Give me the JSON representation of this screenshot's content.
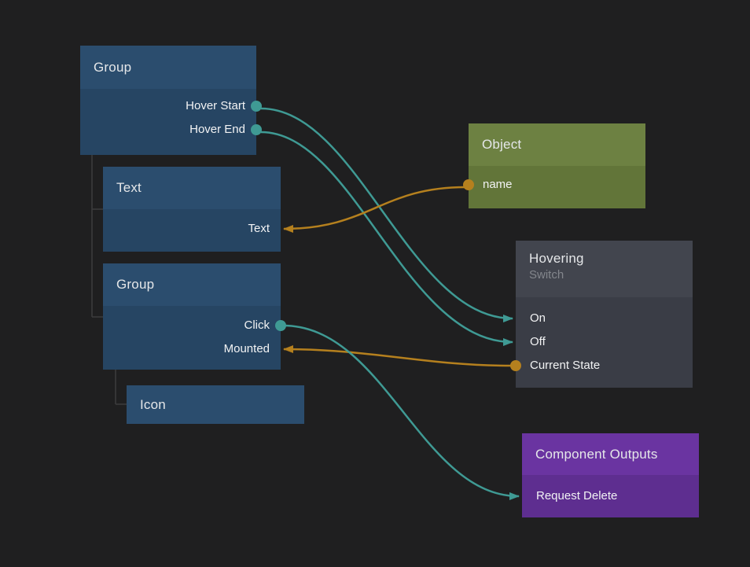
{
  "canvas": {
    "background": "#1f1f20"
  },
  "palette": {
    "signal_color": "#3f9a94",
    "data_color": "#b5801e",
    "tree_line_color": "#3d3d3d",
    "node_blue_header": "#2b4d6e",
    "node_blue_body": "#264563",
    "node_green_header": "#6d8142",
    "node_green_body": "#627539",
    "node_gray_header": "#42454e",
    "node_gray_body": "#3a3d46",
    "node_purple_header": "#6a34a1",
    "node_purple_body": "#5e2e90"
  },
  "nodes": [
    {
      "title": "Group",
      "ports": [
        {
          "label": "Hover Start",
          "side": "right",
          "kind": "signal-output"
        },
        {
          "label": "Hover End",
          "side": "right",
          "kind": "signal-output"
        }
      ]
    },
    {
      "title": "Text",
      "ports": [
        {
          "label": "Text",
          "side": "right",
          "kind": "data-input"
        }
      ]
    },
    {
      "title": "Group",
      "ports": [
        {
          "label": "Click",
          "side": "right",
          "kind": "signal-output"
        },
        {
          "label": "Mounted",
          "side": "right",
          "kind": "data-input"
        }
      ]
    },
    {
      "title": "Icon",
      "ports": []
    },
    {
      "title": "Object",
      "ports": [
        {
          "label": "name",
          "side": "left",
          "kind": "data-output"
        }
      ]
    },
    {
      "title": "Hovering",
      "subtitle": "Switch",
      "ports": [
        {
          "label": "On",
          "side": "left",
          "kind": "signal-input"
        },
        {
          "label": "Off",
          "side": "left",
          "kind": "signal-input"
        },
        {
          "label": "Current State",
          "side": "left",
          "kind": "data-output"
        }
      ]
    },
    {
      "title": "Component Outputs",
      "ports": [
        {
          "label": "Request Delete",
          "side": "left",
          "kind": "signal-input"
        }
      ]
    }
  ],
  "connections": [
    {
      "from": "Group.Hover Start",
      "to": "Hovering.On",
      "kind": "signal"
    },
    {
      "from": "Group.Hover End",
      "to": "Hovering.Off",
      "kind": "signal"
    },
    {
      "from": "Object.name",
      "to": "Text.Text",
      "kind": "data"
    },
    {
      "from": "Hovering.Current State",
      "to": "Group.Mounted",
      "kind": "data"
    },
    {
      "from": "Group.Click",
      "to": "Component Outputs.Request Delete",
      "kind": "signal"
    }
  ],
  "hierarchy": [
    {
      "parent": "Group",
      "children": [
        "Text",
        "Group"
      ]
    },
    {
      "parent": "Group",
      "children": [
        "Icon"
      ]
    }
  ]
}
